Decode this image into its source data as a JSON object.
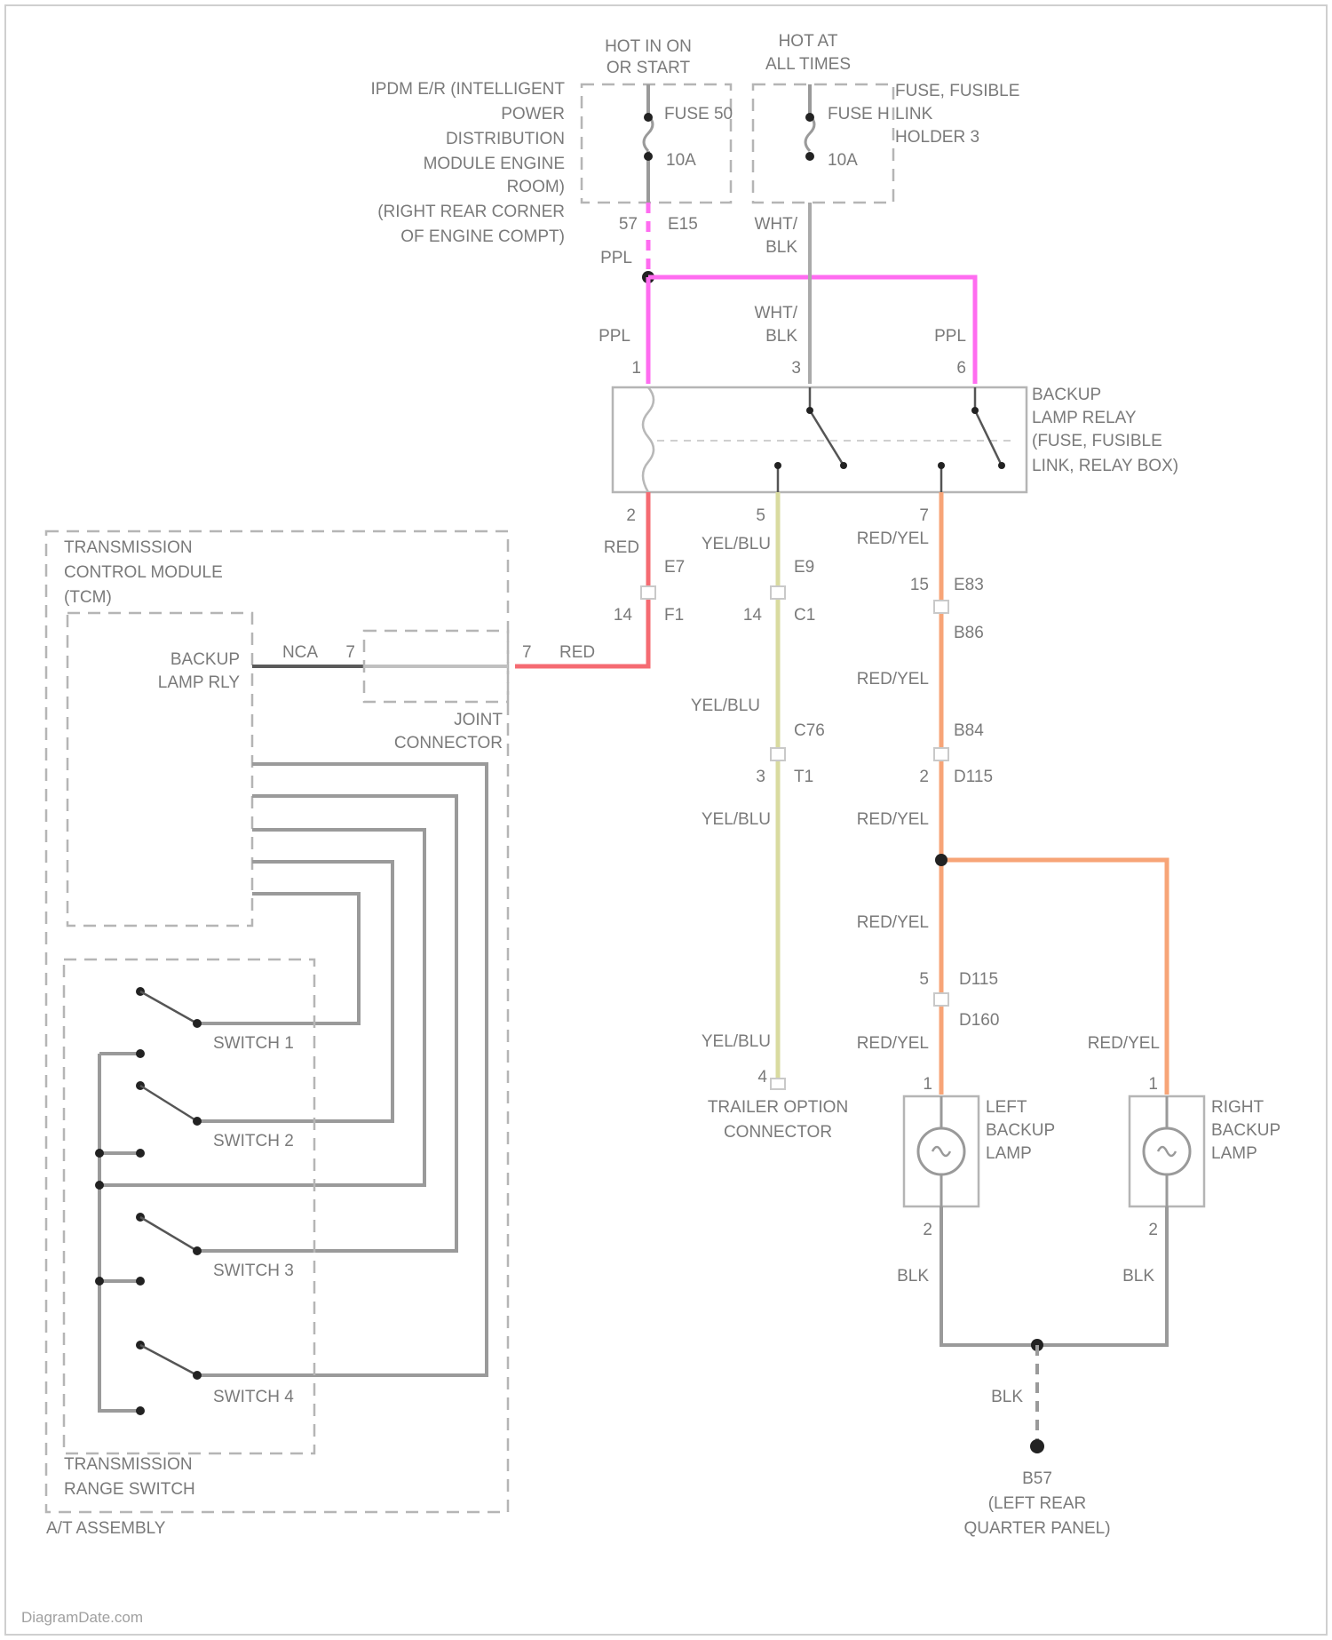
{
  "colors": {
    "ppl": "#ff6cf0",
    "red": "#f56b72",
    "yel_blu": "#d9dba0",
    "red_yel": "#f7a477",
    "blk": "#9a9a9a",
    "wht_blk": "#aaaaaa",
    "nca": "#5a5a5a"
  },
  "power": {
    "hot_in_on_start": [
      "HOT IN ON",
      "OR START"
    ],
    "hot_at_all_times": [
      "HOT AT",
      "ALL TIMES"
    ]
  },
  "ipdm": {
    "label": [
      "IPDM E/R (INTELLIGENT",
      "POWER",
      "DISTRIBUTION",
      "MODULE ENGINE",
      "ROOM)",
      "(RIGHT REAR CORNER",
      "OF ENGINE COMPT)"
    ],
    "fuse_name": "FUSE 50",
    "fuse_rating": "10A",
    "pin": "57",
    "connector": "E15"
  },
  "fusible_link_holder": {
    "label": [
      "FUSE, FUSIBLE",
      "LINK",
      "HOLDER 3"
    ],
    "fuse_name": "FUSE H",
    "fuse_rating": "10A"
  },
  "relay": {
    "label": [
      "BACKUP",
      "LAMP RELAY",
      "(FUSE, FUSIBLE",
      "LINK, RELAY BOX)"
    ],
    "pins_top": [
      "1",
      "3",
      "6"
    ],
    "pins_bottom": [
      "2",
      "5",
      "7"
    ]
  },
  "wires": {
    "ppl": "PPL",
    "wht_blk": [
      "WHT/",
      "BLK"
    ],
    "red": "RED",
    "yel_blu": "YEL/BLU",
    "red_yel": "RED/YEL",
    "blk": "BLK",
    "nca": "NCA"
  },
  "connectors": {
    "e7": "E7",
    "f1": "F1",
    "pin14a": "14",
    "e9": "E9",
    "c1": "C1",
    "pin14b": "14",
    "c76": "C76",
    "t1": "T1",
    "pin3": "3",
    "e83": "E83",
    "b86": "B86",
    "pin15": "15",
    "b84": "B84",
    "d115a": "D115",
    "pin2": "2",
    "d115b": "D115",
    "d160": "D160",
    "pin5": "5",
    "pin4": "4"
  },
  "tcm": {
    "label": [
      "TRANSMISSION",
      "CONTROL MODULE",
      "(TCM)"
    ],
    "backup_lamp_rly": [
      "BACKUP",
      "LAMP RLY"
    ],
    "pin": "7"
  },
  "joint_connector": {
    "label": [
      "JOINT",
      "CONNECTOR"
    ],
    "pin_left": "7",
    "pin_right": "7"
  },
  "range_switch": {
    "label": [
      "TRANSMISSION",
      "RANGE SWITCH"
    ],
    "switches": [
      "SWITCH 1",
      "SWITCH 2",
      "SWITCH 3",
      "SWITCH 4"
    ]
  },
  "at_assembly": "A/T ASSEMBLY",
  "trailer": {
    "label": [
      "TRAILER OPTION",
      "CONNECTOR"
    ]
  },
  "left_lamp": {
    "label": [
      "LEFT",
      "BACKUP",
      "LAMP"
    ],
    "pin_top": "1",
    "pin_bottom": "2"
  },
  "right_lamp": {
    "label": [
      "RIGHT",
      "BACKUP",
      "LAMP"
    ],
    "pin_top": "1",
    "pin_bottom": "2"
  },
  "ground": {
    "label": [
      "B57",
      "(LEFT REAR",
      "QUARTER PANEL)"
    ]
  },
  "watermark": "DiagramDate.com"
}
